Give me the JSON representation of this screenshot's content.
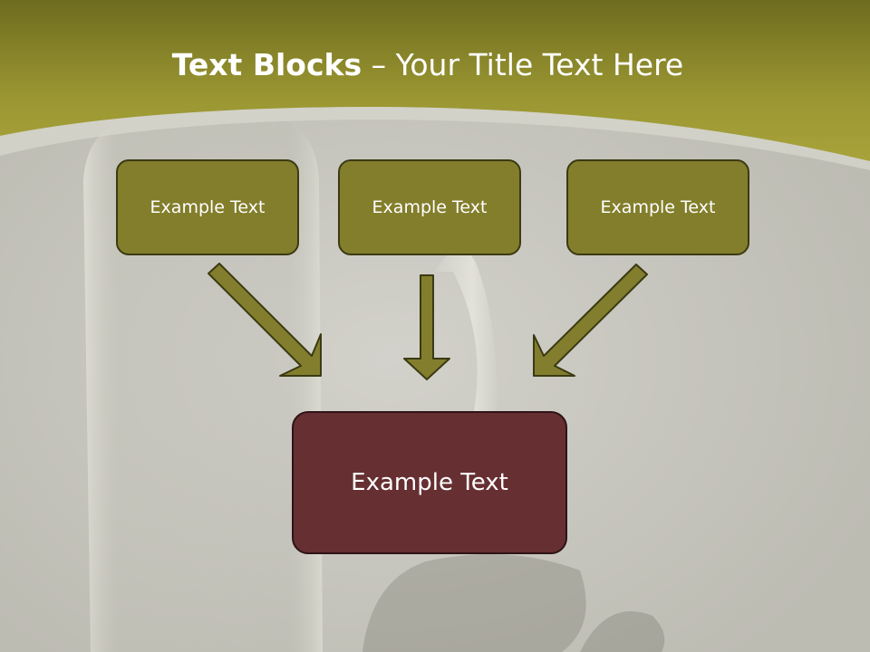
{
  "title": {
    "bold": "Text Blocks",
    "rest": " – Your Title Text Here"
  },
  "blocks": [
    {
      "label": "Example Text"
    },
    {
      "label": "Example Text"
    },
    {
      "label": "Example Text"
    }
  ],
  "result": {
    "label": "Example Text"
  },
  "colors": {
    "header_olive": "#8a8728",
    "block_fill": "#837e2c",
    "arrow_fill": "#827e2e",
    "result_fill": "#662f32",
    "background": "#c9c8c0"
  }
}
